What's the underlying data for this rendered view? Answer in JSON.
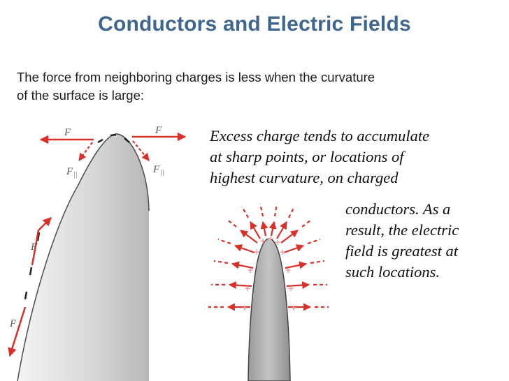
{
  "title": "Conductors and Electric Fields",
  "intro": {
    "line1": "The force from neighboring charges is less when the curvature",
    "line2": "of the surface is large:"
  },
  "caption": {
    "line1": "Excess charge tends to accumulate",
    "line2": "at sharp points, or locations of",
    "line3": "highest curvature, on charged",
    "line4": "conductors. As a",
    "line5": "result, the electric",
    "line6": "field is greatest at",
    "line7": "such locations."
  },
  "diagram": {
    "force_label": "F",
    "parallel_label": "F",
    "parallel_sub": "||",
    "plus_sign": "+",
    "colors": {
      "arrow": "#d9302a",
      "plus": "#f0a0a8",
      "body_edge": "#555555"
    }
  }
}
